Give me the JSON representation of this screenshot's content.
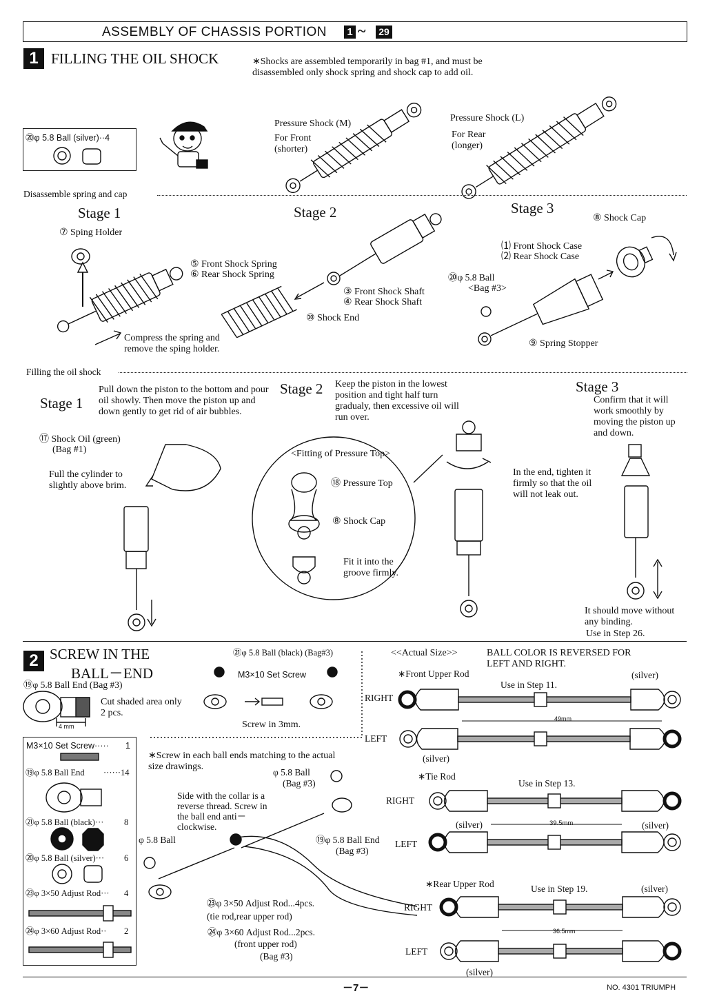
{
  "header": {
    "title": "ASSEMBLY OF CHASSIS PORTION",
    "range_start": "1",
    "range_sep": "~",
    "range_end": "29"
  },
  "section1": {
    "number": "1",
    "title": "FILLING THE OIL SHOCK",
    "note": "∗Shocks are assembled temporarily in bag #1, and must be disassembled only shock spring and shock cap to add oil.",
    "parts_box": {
      "label": "⑳φ 5.8 Ball (silver)··4"
    },
    "shock_m": {
      "name": "Pressure Shock (M)",
      "desc": "For Front (shorter)"
    },
    "shock_l": {
      "name": "Pressure Shock (L)",
      "desc": "For Rear (longer)"
    },
    "disassemble_label": "Disassemble spring and cap",
    "dis_stage1": {
      "title": "Stage 1",
      "holder": "⑦ Sping Holder",
      "note": "Compress the spring and remove the sping holder."
    },
    "dis_stage2": {
      "title": "Stage 2",
      "spring_front": "⑤ Front Shock Spring",
      "spring_rear": "⑥ Rear Shock Spring",
      "shaft_front": "③ Front Shock Shaft",
      "shaft_rear": "④ Rear Shock Shaft",
      "shock_end": "⑩ Shock End"
    },
    "dis_stage3": {
      "title": "Stage 3",
      "cap": "⑧ Shock Cap",
      "case_front": "⑴ Front Shock Case",
      "case_rear": "⑵ Rear Shock Case",
      "ball": "⑳φ 5.8 Ball",
      "bag": "<Bag #3>",
      "stopper": "⑨ Spring Stopper"
    },
    "filling_label": "Filling the oil shock",
    "fill_stage1": {
      "title": "Stage 1",
      "note": "Pull down the piston to the bottom and pour oil showly. Then move the piston up and down gently to get rid of air bubbles.",
      "oil": "⑰ Shock Oil (green)",
      "oil_bag": "(Bag #1)",
      "fill": "Full the cylinder to slightly above brim."
    },
    "fill_stage2": {
      "title": "Stage 2",
      "note": "Keep the piston in the lowest position and tight half turn gradualy, then excessive oil will run over.",
      "circle_title": "<Fitting of Pressure Top>",
      "pressure_top": "⑱ Pressure Top",
      "shock_cap": "⑧ Shock Cap",
      "fit": "Fit it into the groove firmly.",
      "tighten": "In the end, tighten it firmly so that the oil will not leak out."
    },
    "fill_stage3": {
      "title": "Stage 3",
      "note": "Confirm that it will work smoothly by moving the piston up and down.",
      "result": "It should move without any binding.",
      "use": "Use in Step 26."
    }
  },
  "section2": {
    "number": "2",
    "title_line1": "SCREW IN THE",
    "title_line2": "BALL－END",
    "ball_end_label": "⑲φ 5.8 Ball End (Bag #3)",
    "cut_note": "Cut shaded area only 2 pcs.",
    "cut_dim": "4 mm",
    "ball_black_top": "㉑φ 5.8 Ball (black) (Bag#3)",
    "set_screw": "M3×10 Set Screw",
    "screw_in": "Screw in 3mm.",
    "actual_size": "<<Actual Size>>",
    "reversed": "BALL COLOR IS REVERSED FOR LEFT AND RIGHT.",
    "parts": [
      {
        "label": "M3×10 Set Screw·····",
        "qty": "1"
      },
      {
        "label": "⑲φ 5.8 Ball End",
        "qty": "······14"
      },
      {
        "label": "㉑φ 5.8 Ball (black)···",
        "qty": "8"
      },
      {
        "label": "⑳φ 5.8 Ball (silver)···",
        "qty": "6"
      },
      {
        "label": "㉓φ 3×50 Adjust Rod···",
        "qty": "4"
      },
      {
        "label": "㉔φ 3×60 Adjust Rod··",
        "qty": "2"
      }
    ],
    "screw_note": "∗Screw in each ball ends matching to the actual size drawings.",
    "ball_bag": "φ 5.8 Ball",
    "ball_bag2": "(Bag #3)",
    "collar_note": "Side with the collar is a reverse thread. Screw in the ball end anti－clockwise.",
    "ball_left": "φ 5.8 Ball",
    "ball_end_right": "⑲φ 5.8 Ball End",
    "ball_end_bag": "(Bag #3)",
    "rod50": "㉓φ 3×50 Adjust Rod...4pcs.",
    "rod50_use": "(tie rod,rear upper rod)",
    "rod60": "㉔φ 3×60 Adjust Rod...2pcs.",
    "rod60_use": "(front upper rod)",
    "rod60_bag": "(Bag #3)",
    "rods": [
      {
        "title": "∗Front Upper Rod",
        "use": "Use in Step 11.",
        "dim": "49mm",
        "right": "RIGHT",
        "left": "LEFT",
        "silver_top": "(silver)",
        "silver_bottom": "(silver)"
      },
      {
        "title": "∗Tie Rod",
        "use": "Use in Step 13.",
        "dim": "39.5mm",
        "right": "RIGHT",
        "left": "LEFT",
        "silver_top": "(silver)",
        "silver_bottom": "(silver)"
      },
      {
        "title": "∗Rear Upper Rod",
        "use": "Use in Step 19.",
        "dim": "36.5mm",
        "right": "RIGHT",
        "left": "LEFT",
        "silver_top": "(silver)",
        "silver_bottom": "(silver)"
      }
    ]
  },
  "footer": {
    "page": "－7－",
    "code": "NO. 4301 TRIUMPH"
  }
}
